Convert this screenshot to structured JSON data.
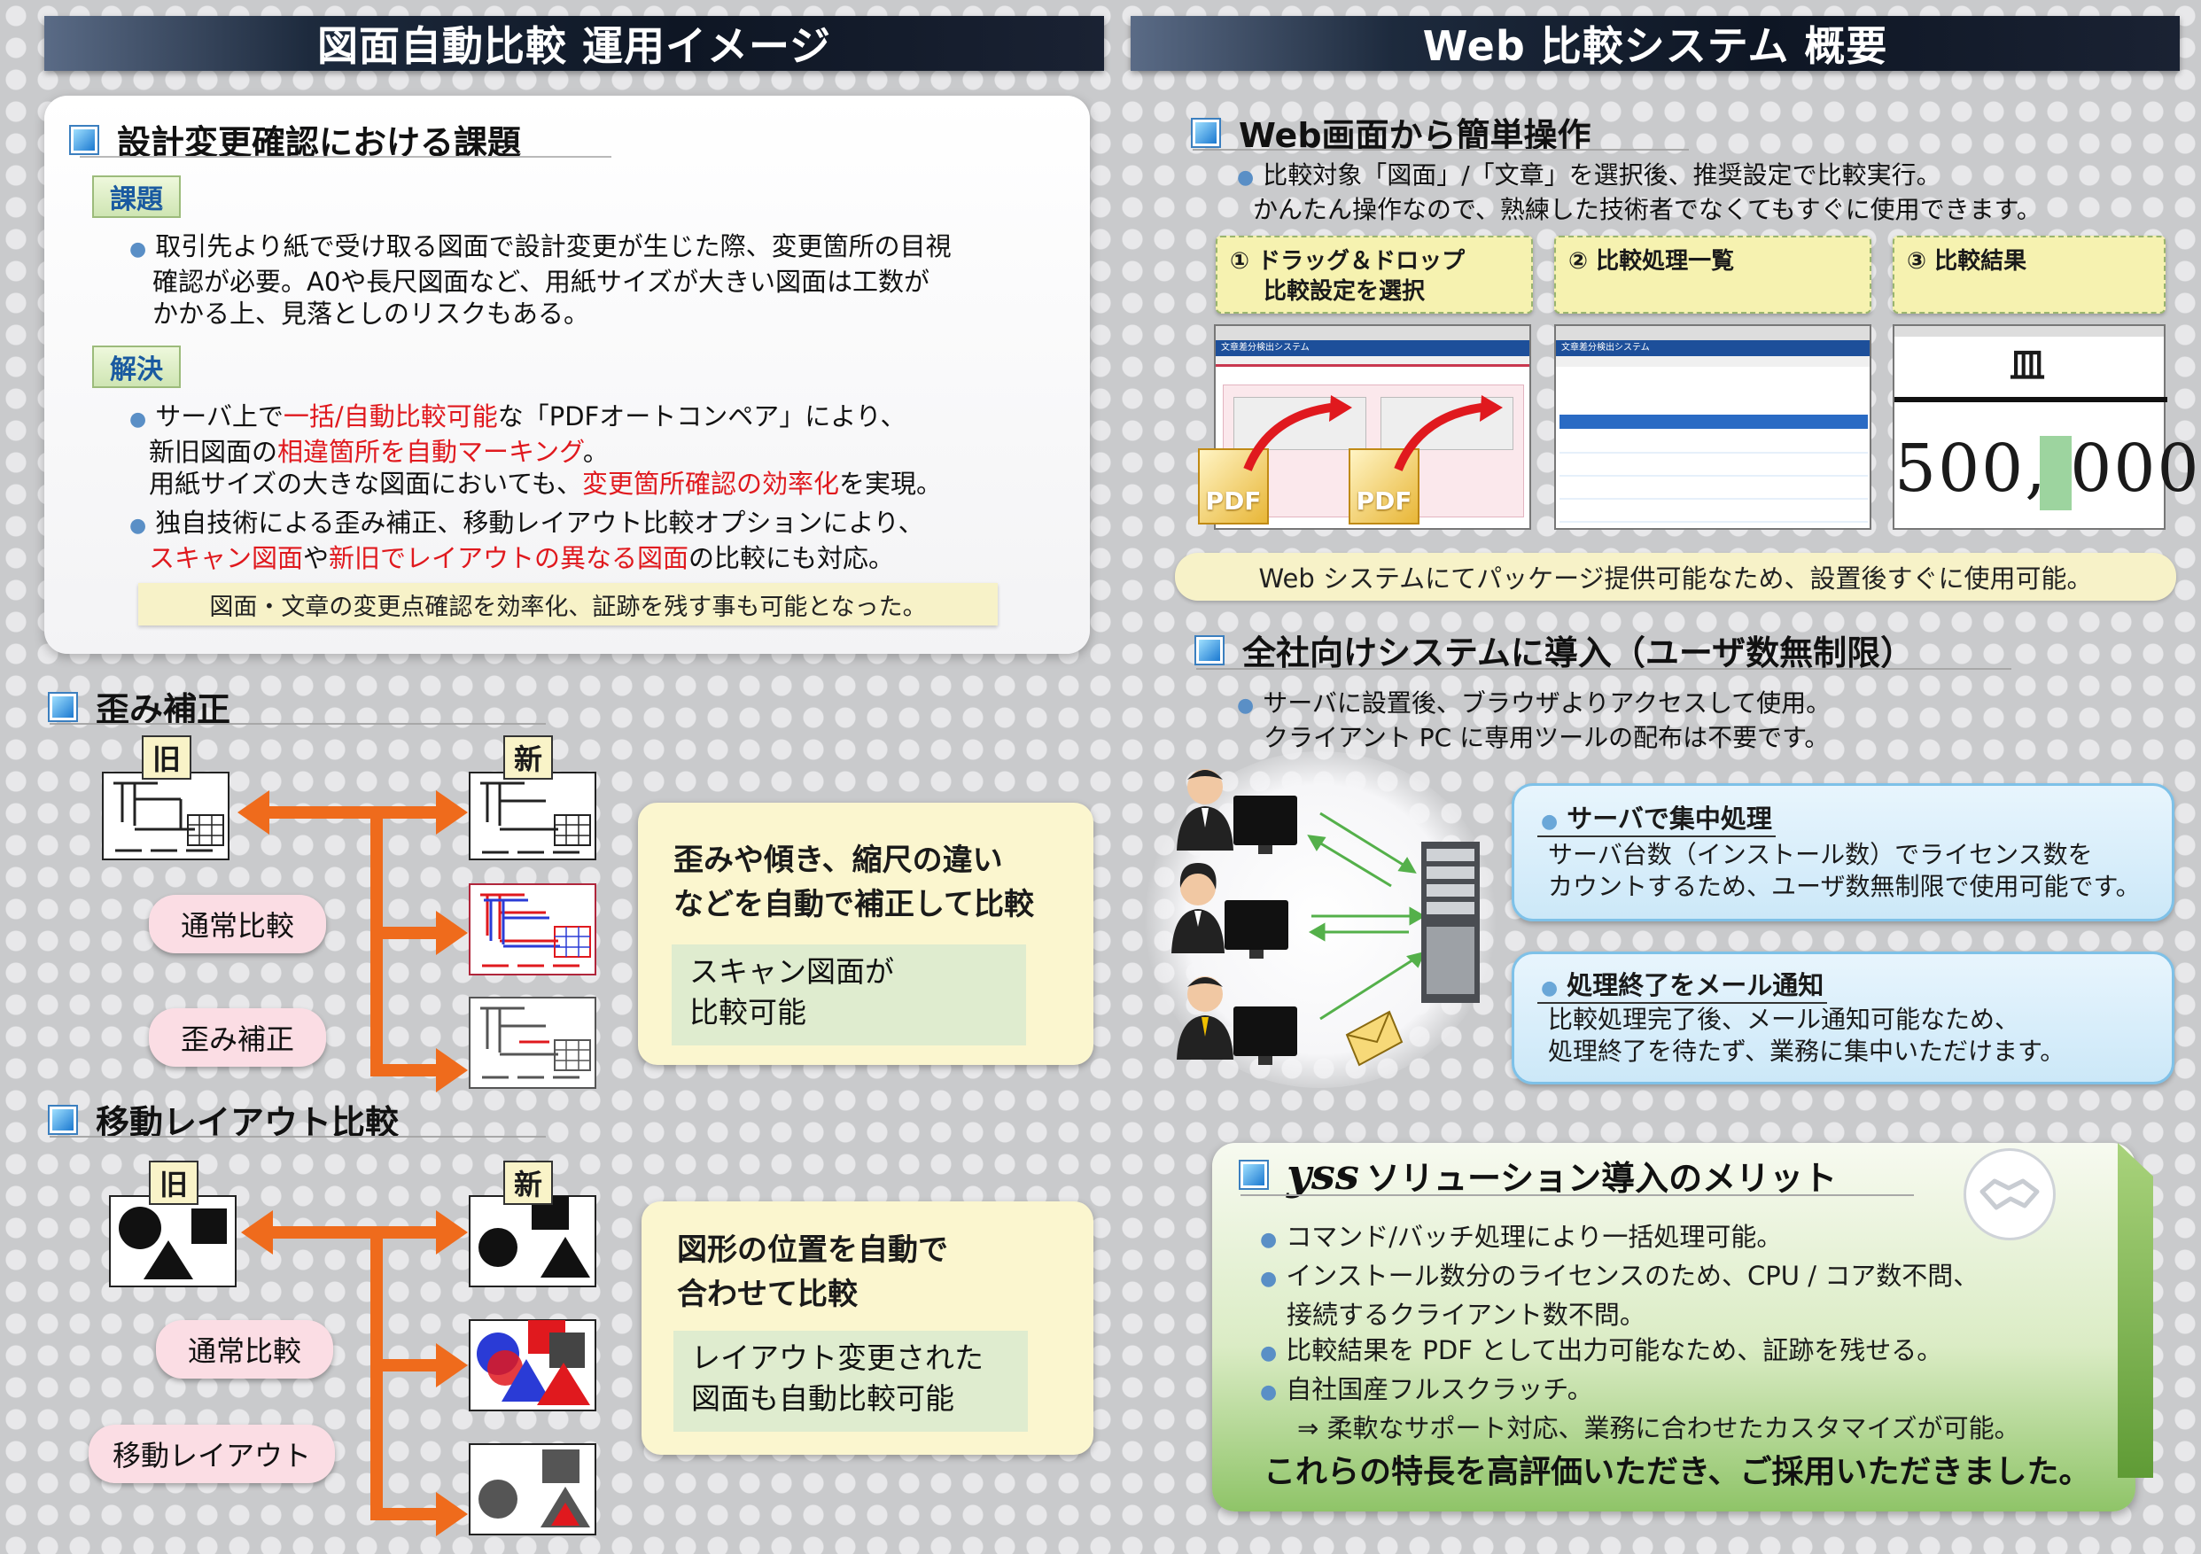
{
  "left_header": "図面自動比較 運用イメージ",
  "right_header": "Web 比較システム 概要",
  "issues": {
    "title": "設計変更確認における課題",
    "kadai_tag": "課題",
    "kadai_text_1": "取引先より紙で受け取る図面で設計変更が生じた際、変更箇所の目視",
    "kadai_text_2": "確認が必要。A0や長尺図面など、用紙サイズが大きい図面は工数が",
    "kadai_text_3": "かかる上、見落としのリスクもある。",
    "kaiketsu_tag": "解決",
    "sol_a": "サーバ上で",
    "sol_b": "一括/自動比較可能",
    "sol_c": "な「PDFオートコンペア」により、",
    "sol_d": "新旧図面の",
    "sol_e": "相違箇所を自動マーキング",
    "sol_f": "。",
    "sol_g": "用紙サイズの大きな図面においても、",
    "sol_h": "変更箇所確認の効率化",
    "sol_i": "を実現。",
    "sol_j": "独自技術による歪み補正、移動レイアウト比較オプションにより、",
    "sol_k": "スキャン図面",
    "sol_l": "や",
    "sol_m": "新旧でレイアウトの異なる図面",
    "sol_n": "の比較にも対応。",
    "summary": "図面・文章の変更点確認を効率化、証跡を残す事も可能となった。"
  },
  "distortion": {
    "title": "歪み補正",
    "old_label": "旧",
    "new_label": "新",
    "pill_normal": "通常比較",
    "pill_distort": "歪み補正",
    "box_line1": "歪みや傾き、縮尺の違い",
    "box_line2": "などを自動で補正して比較",
    "inner_line1": "スキャン図面が",
    "inner_line2": "比較可能"
  },
  "layout": {
    "title": "移動レイアウト比較",
    "old_label": "旧",
    "new_label": "新",
    "pill_normal": "通常比較",
    "pill_move": "移動レイアウト",
    "box_line1": "図形の位置を自動で",
    "box_line2": "合わせて比較",
    "inner_line1": "レイアウト変更された",
    "inner_line2": "図面も自動比較可能"
  },
  "web_ops": {
    "title": "Web画面から簡単操作",
    "desc1": "比較対象「図面」/「文章」を選択後、推奨設定で比較実行。",
    "desc2": "かんたん操作なので、熟練した技術者でなくてもすぐに使用できます。",
    "step1_l1": "① ドラッグ＆ドロップ",
    "step1_l2": "比較設定を選択",
    "step2": "② 比較処理一覧",
    "step3": "③ 比較結果",
    "shot_title": "文章差分検出システム",
    "pdf_icon": "PDF",
    "result_number": "500, 000",
    "result_glyph": "皿",
    "footer": "Web システムにてパッケージ提供可能なため、設置後すぐに使用可能。"
  },
  "company": {
    "title": "全社向けシステムに導入（ユーザ数無制限）",
    "desc1": "サーバに設置後、ブラウザよりアクセスして使用。",
    "desc2": "クライアント PC に専用ツールの配布は不要です。",
    "card1_title": "サーバで集中処理",
    "card1_l1": "サーバ台数（インストール数）でライセンス数を",
    "card1_l2": "カウントするため、ユーザ数無制限で使用可能です。",
    "card2_title": "処理終了をメール通知",
    "card2_l1": "比較処理完了後、メール通知可能なため、",
    "card2_l2": "処理終了を待たず、業務に集中いただけます。"
  },
  "merit": {
    "brand": "yss",
    "title": "ソリューション導入のメリット",
    "items": [
      "コマンド/バッチ処理により一括処理可能。",
      "インストール数分のライセンスのため、CPU / コア数不問、",
      "接続するクライアント数不問。",
      "比較結果を PDF として出力可能なため、証跡を残せる。",
      "自社国産フルスクラッチ。",
      "⇒ 柔軟なサポート対応、業務に合わせたカスタマイズが可能。"
    ],
    "closing": "これらの特長を高評価いただき、ご採用いただきました。"
  },
  "colors": {
    "red_text": "#e0191e",
    "arrow": "#ef6b1c",
    "accent_blue": "#1a78d0"
  }
}
